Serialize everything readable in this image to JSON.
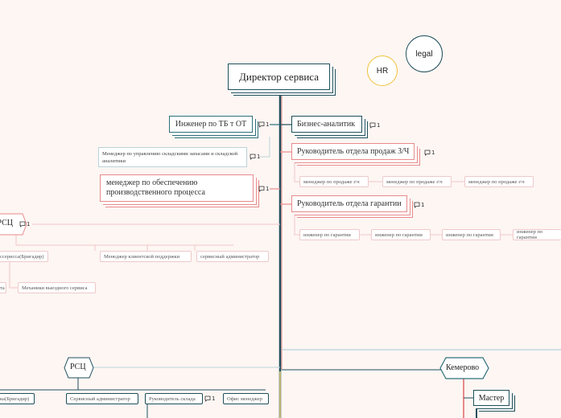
{
  "root": {
    "label": "Директор сервиса"
  },
  "circles": {
    "hr": "HR",
    "legal": "legal"
  },
  "comment_count": "1",
  "left_branch": {
    "engineer_tb": "Инженер по ТБ т ОТ",
    "warehouse_manager": "Менеджер по управлению складскими запасами и складской аналитики",
    "production_manager": "менеджер по обеспечению производственного процесса"
  },
  "right_branch": {
    "business_analyst": "Бизнес-аналитик",
    "sales_head": "Руководитель отдела продаж З/Ч",
    "sales_managers": [
      "менеджер по продаже з\\ч",
      "менеджер по продаже з\\ч",
      "менеджер по продаже з\\ч"
    ],
    "warranty_head": "Руководитель отдела гарантии",
    "warranty_engineers": [
      "инженер по гарантии",
      "инженер по гарантии",
      "инженер по гарантии",
      "инженер по гарантии"
    ]
  },
  "rsc_top": {
    "label": "РСЦ",
    "items": [
      "ссерисса(Бригадир)",
      "Менеджер клиентской поддержки",
      "сервисный администратор"
    ],
    "sub_items": [
      "та",
      "Механики выездного сервиса"
    ]
  },
  "rsc_bottom": {
    "label": "РСЦ",
    "items": [
      "ка(Бригадир)",
      "Сервисный администратор",
      "Руководитель склада",
      "Офис менеджер"
    ]
  },
  "kemerovo": {
    "label": "Кемерово",
    "master": "Мастер"
  },
  "colors": {
    "trunk": "#1f4f5c",
    "teal": "#2e6f7a",
    "red": "#e88a8a",
    "pink_line": "#f1c7c7",
    "blue_line": "#b9d4da",
    "yellow": "#f1d37a",
    "background": "#fdf6f3"
  }
}
